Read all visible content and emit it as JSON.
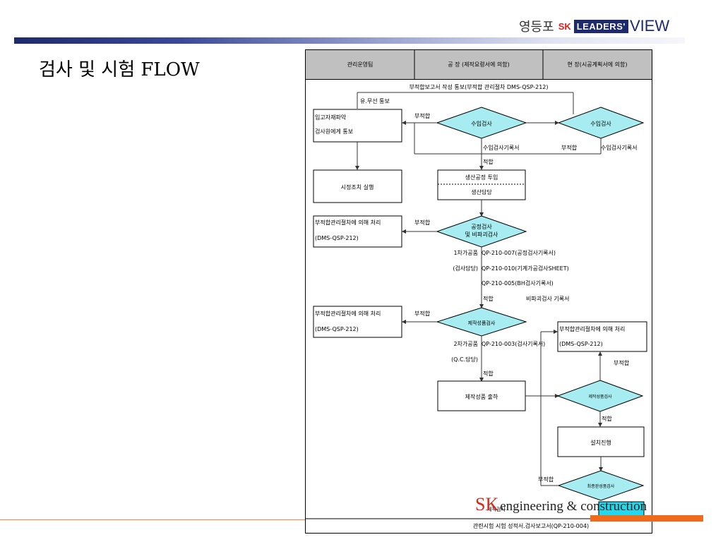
{
  "header": {
    "logo_kr": "영등포",
    "logo_sk": "SK",
    "logo_leaders": "LEADERS'",
    "logo_view": "VIEW"
  },
  "page": {
    "title": "검사 및 시험 FLOW"
  },
  "diagram": {
    "col_headers": [
      "관리운영팀",
      "공 장 (제작요령서에 의함)",
      "현 장(시공계획서에 의함)"
    ],
    "top_note": "부적합보고서 작성 통보(부적합 관리절차 DMS-QSP-212)",
    "notify_label": "유.무선 통보",
    "box_material_1": "입고자재파악",
    "box_material_2": "검사원에게 통보",
    "box_corrective": "시정조치 실행",
    "box_ncr_1a": "부적합관리절차에 의해 처리",
    "box_ncr_1b": "(DMS-QSP-212)",
    "box_ncr_2a": "부적합관리절차에 의해 처리",
    "box_ncr_2b": "(DMS-QSP-212)",
    "box_ncr_3a": "부적합관리절차에 의해 처리",
    "box_ncr_3b": "(DMS-QSP-212)",
    "box_production_1": "생산공정 투입",
    "box_production_2": "생산담당",
    "box_ship": "제작성품 출하",
    "box_install": "설치진행",
    "d_receive_factory": "수입검사",
    "d_receive_site": "수입검사",
    "d_process_1": "공정검사",
    "d_process_2": "및 비파괴검사",
    "d_product_factory": "제작성품검사",
    "d_product_site": "제작성품검사",
    "d_final": "최종완성품검사",
    "nc_1": "부적합",
    "nc_2": "부적합",
    "nc_3": "부적합",
    "nc_4": "부적합",
    "nc_5": "부적합",
    "nc_6": "부적합",
    "ok_1": "적합",
    "ok_2": "적합",
    "ok_3": "적합",
    "ok_4": "적합",
    "rec_receive_factory": "수입검사기록서",
    "rec_receive_site": "수입검사기록서",
    "first_sample": "1차가공품",
    "insp_charge": "(검사담당)",
    "qp_007": "QP-210-007(공정검사기록서)",
    "qp_010": "QP-210-010(기계가공검사SHEET)",
    "qp_005": "QP-210-005(BH검사기록서)",
    "ndt_record": "비파괴검사 기록서",
    "second_sample": "2차가공품",
    "qc_charge": "(Q.C.담당)",
    "qp_003": "QP-210-003(검사기록서)",
    "bottom_partial": "제작검사",
    "bottom_note": "관련시험 시험 성적서.검사보고서(QP-210-004)"
  },
  "footer": {
    "brand_sk": "SK",
    "brand_ec": "engineering & construction"
  },
  "colors": {
    "navy": "#1e2a6e",
    "diamond_fill": "#a6ecf0",
    "accent_orange": "#ef6b1b",
    "brand_red": "#d9261c"
  }
}
